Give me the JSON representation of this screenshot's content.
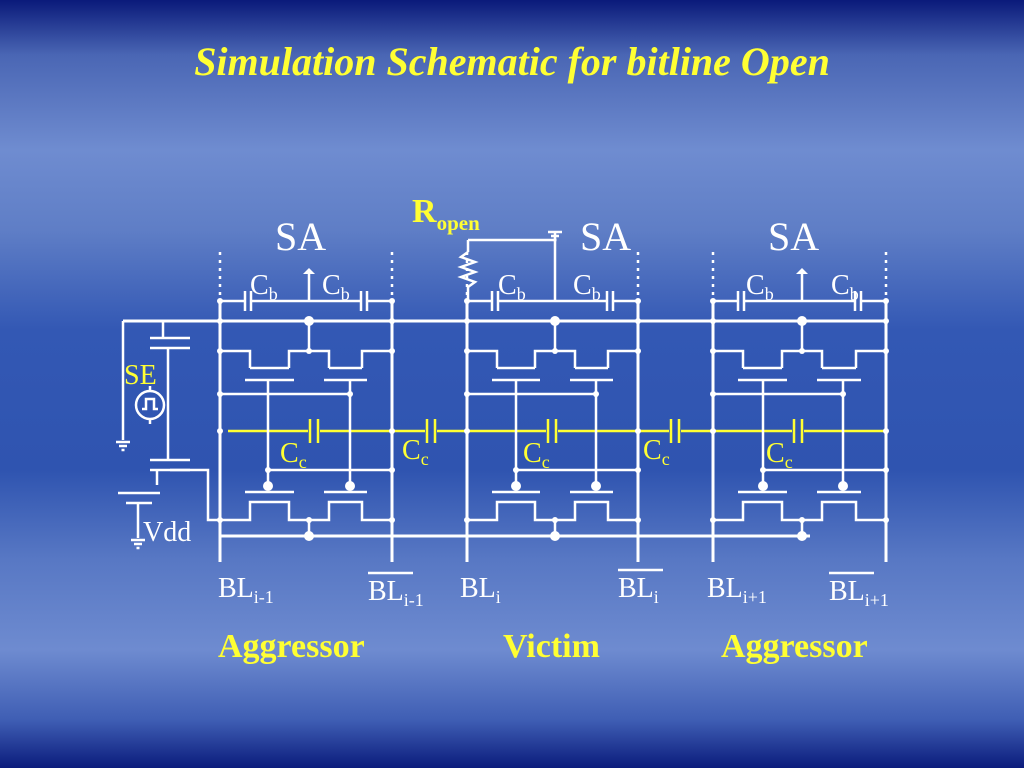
{
  "title": "Simulation Schematic for bitline Open",
  "sense_amp_label": "SA",
  "cap_main": "C",
  "cap_bitline_sub": "b",
  "cap_coupling_sub": "c",
  "resistor": {
    "main": "R",
    "sub": "open"
  },
  "se_label": "SE",
  "vdd_label": "Vdd",
  "bitlines": [
    {
      "main": "BL",
      "sub": "i-1"
    },
    {
      "main": "BL",
      "sub": "i-1"
    },
    {
      "main": "BL",
      "sub": "i"
    },
    {
      "main": "BL",
      "sub": "i"
    },
    {
      "main": "BL",
      "sub": "i+1"
    },
    {
      "main": "BL",
      "sub": "i+1"
    }
  ],
  "roles": [
    "Aggressor",
    "Victim",
    "Aggressor"
  ],
  "colors": {
    "label_yellow": "#ffff33",
    "wire_white": "#ffffff",
    "background_blue": "#3358b4"
  }
}
